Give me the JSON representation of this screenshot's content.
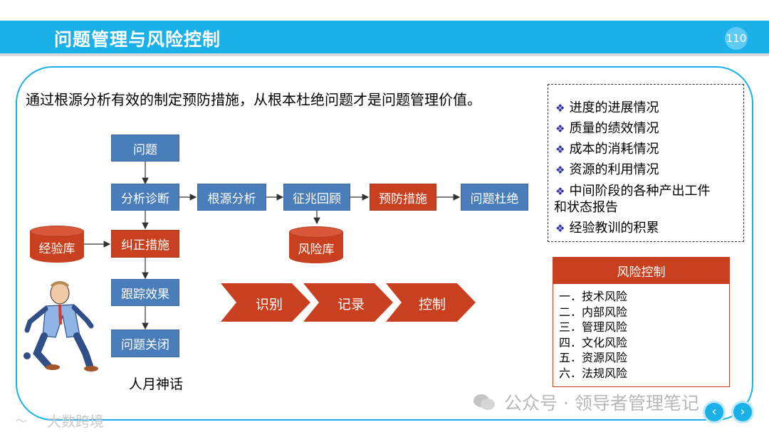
{
  "header": {
    "title": "问题管理与风险控制",
    "page_number": "110"
  },
  "intro": "通过根源分析有效的制定预防措施，从根本杜绝问题才是问题管理价值。",
  "flow": {
    "problem": "问题",
    "diagnosis": "分析诊断",
    "corrective": "纠正措施",
    "tracking": "跟踪效果",
    "close": "问题关闭",
    "root_cause": "根源分析",
    "review": "征兆回顾",
    "prevention": "预防措施",
    "eliminate": "问题杜绝",
    "experience_db": "经验库",
    "risk_db": "风险库"
  },
  "chevrons": [
    "识别",
    "记录",
    "控制"
  ],
  "status_list": [
    "进度的进展情况",
    "质量的绩效情况",
    "成本的消耗情况",
    "资源的利用情况",
    "中间阶段的各种产出工件",
    "和状态报告",
    "经验教训的积累"
  ],
  "risk_control": {
    "title": "风险控制",
    "items": [
      "一．技术风险",
      "二．内部风险",
      "三．管理风险",
      "四．文化风险",
      "五．资源风险",
      "六．法规风险"
    ]
  },
  "caption": "人月神话",
  "watermark": "公众号 · 领导者管理笔记",
  "watermark2": "大数跨境",
  "colors": {
    "accent_blue": "#1ab0e8",
    "box_blue": "#4a7ebb",
    "box_red": "#c8401f"
  }
}
